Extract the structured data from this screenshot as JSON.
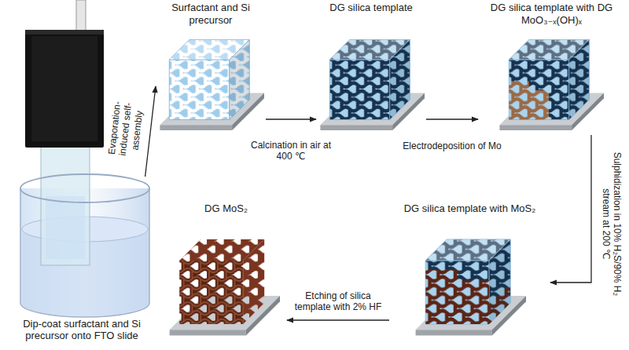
{
  "diagram": {
    "nodes": [
      {
        "text": [
          "Dip-coat surfactant and Si precursor onto FTO slide"
        ]
      },
      {
        "text": [
          "Surfactant and Si precursor"
        ]
      },
      {
        "text": [
          "DG silica template"
        ]
      },
      {
        "text": [
          "DG silica template with DG MoO₃₋ₓ(OH)ₓ"
        ]
      },
      {
        "text": [
          "DG silica template with MoS₂"
        ]
      },
      {
        "text": [
          "DG MoS₂"
        ]
      }
    ],
    "edges": [
      {
        "from": 0,
        "to": 1,
        "arrow": "to",
        "label": "Evaporation-induced self-assembly"
      },
      {
        "from": 1,
        "to": 2,
        "arrow": "to",
        "label": "Calcination in air at 400 ℃"
      },
      {
        "from": 2,
        "to": 3,
        "arrow": "to",
        "label": "Electrodeposition of Mo"
      },
      {
        "from": 3,
        "to": 4,
        "arrow": "to",
        "label": "Sulphidization in 10% H₂S/90% H₂ stream at 200 ℃"
      },
      {
        "from": 4,
        "to": 5,
        "arrow": "to",
        "label": "Etching of silica template with 2% HF"
      }
    ]
  }
}
